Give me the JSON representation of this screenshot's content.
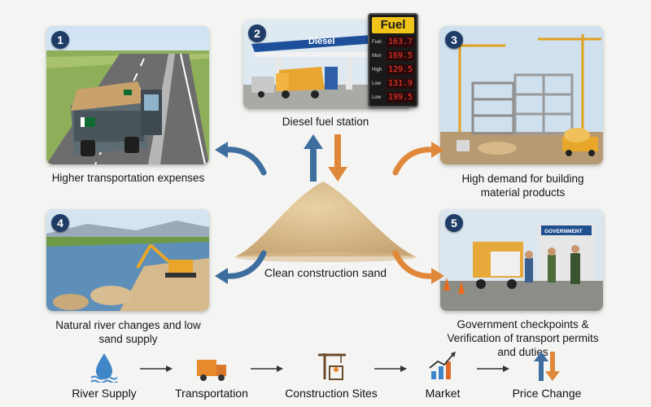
{
  "panels": [
    {
      "number": "1",
      "caption": "Higher transportation expenses"
    },
    {
      "number": "2",
      "caption": "Diesel fuel station",
      "sign": "Diesel"
    },
    {
      "number": "3",
      "caption": "High demand for building material products"
    },
    {
      "number": "4",
      "caption": "Natural river changes and low sand supply"
    },
    {
      "number": "5",
      "caption": "Government checkpoints & Verification of transport permits and duties",
      "sign": "GOVERNMENT"
    }
  ],
  "fuel_board": {
    "title": "Fuel",
    "rows": [
      {
        "label": "Fuel",
        "value": "163.7"
      },
      {
        "label": "Mon",
        "value": "169.5"
      },
      {
        "label": "High",
        "value": "129.5"
      },
      {
        "label": "Low",
        "value": "131.9"
      },
      {
        "label": "Low",
        "value": "199.5"
      }
    ]
  },
  "center": {
    "caption": "Clean construction sand"
  },
  "flow": [
    {
      "label": "River Supply",
      "icon": "water-drop-icon"
    },
    {
      "label": "Transportation",
      "icon": "truck-icon"
    },
    {
      "label": "Construction Sites",
      "icon": "crane-icon"
    },
    {
      "label": "Market",
      "icon": "bar-chart-icon"
    },
    {
      "label": "Price Change",
      "icon": "up-down-arrows-icon"
    }
  ],
  "colors": {
    "blue_arrow": "#3d6e9e",
    "orange_arrow": "#e0883a",
    "badge": "#1f3c66"
  }
}
